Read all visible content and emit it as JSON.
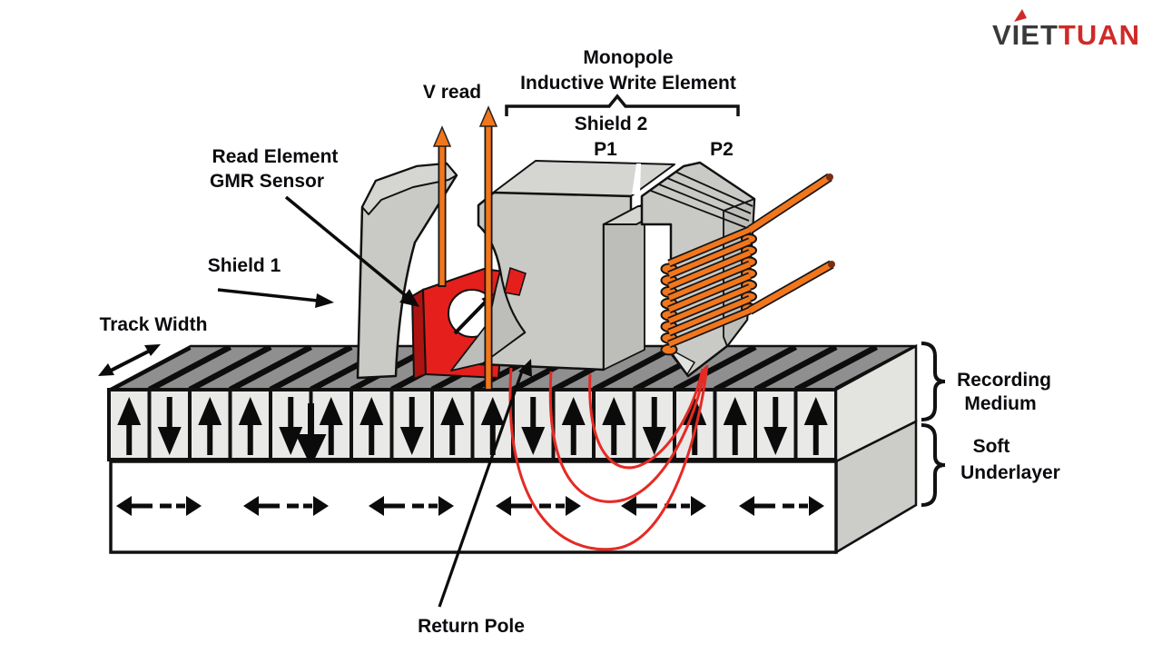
{
  "logo": {
    "text_dark": "VIET",
    "text_red": "TUAN"
  },
  "title": {
    "line1": "Monopole",
    "line2": "Inductive Write Element"
  },
  "labels": {
    "v_read": "V read",
    "shield2": "Shield 2",
    "p1": "P1",
    "p2": "P2",
    "read_element": "Read Element",
    "gmr_sensor": "GMR Sensor",
    "shield1": "Shield 1",
    "track_width": "Track Width",
    "recording1": "Recording",
    "recording2": "Medium",
    "soft1": "Soft",
    "soft2": "Underlayer",
    "return_pole": "Return Pole"
  },
  "colors": {
    "orange": "#f2761b",
    "sensor_red": "#e51f1c",
    "sensor_red_dark": "#ad1310",
    "field_red": "#e62a24",
    "block_gray": "#c9c9c6",
    "block_top_gray": "#d5d5d2",
    "block_dark_gray": "#bdbdba",
    "surface_gray": "#8f8f8f",
    "cell_gray": "#e9e9e7",
    "side_medium": "#e3e3e0",
    "side_underlayer": "#ccccc8",
    "logo_dark": "#3a3a3a",
    "logo_red": "#cf2a27"
  },
  "medium": {
    "cells": [
      "up",
      "down",
      "up",
      "up",
      "down",
      "up",
      "up",
      "down",
      "up",
      "up",
      "down",
      "up",
      "up",
      "down",
      "up",
      "up",
      "down",
      "up"
    ],
    "transition_boundary_index": 5,
    "underlayer_pair_starts": [
      128,
      268,
      406,
      546,
      684,
      814
    ]
  },
  "coil": {
    "turns": 8
  }
}
